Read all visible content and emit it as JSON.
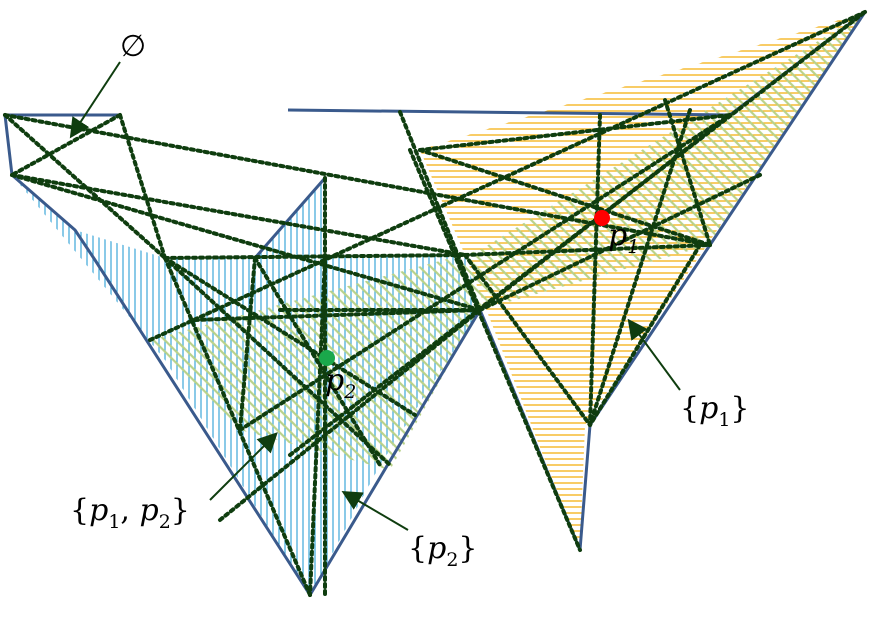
{
  "labels": {
    "empty_set": "∅",
    "point1": {
      "base": "p",
      "sub": "1"
    },
    "point2": {
      "base": "p",
      "sub": "2"
    },
    "region_p1": {
      "open": "{",
      "base": "p",
      "sub": "1",
      "close": "}"
    },
    "region_p2": {
      "open": "{",
      "base": "p",
      "sub": "2",
      "close": "}"
    },
    "region_p1p2": {
      "open": "{",
      "base1": "p",
      "sub1": "1",
      "sep": ", ",
      "base2": "p",
      "sub2": "2",
      "close": "}"
    }
  },
  "colors": {
    "outline": "#3a5a8c",
    "visibility_lines": "#0f3d0f",
    "p1_hatch": "#f2a900",
    "p2_hatch": "#3aa6d8",
    "common_hatch": "#b9d28a",
    "p1_point": "#ff0000",
    "p2_point": "#1aa84b"
  }
}
